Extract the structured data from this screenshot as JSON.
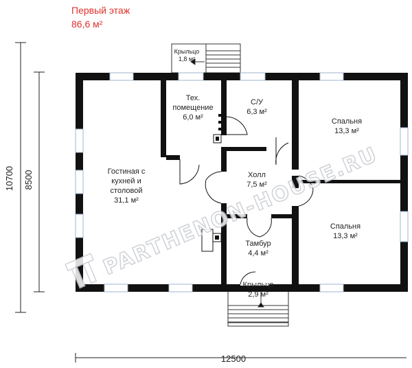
{
  "header": {
    "floor_title": "Первый этаж",
    "floor_area": "86,6 м²"
  },
  "rooms": {
    "porch_top": {
      "name": "Крыльцо",
      "area": "1,8 м²"
    },
    "tech_room": {
      "line1": "Тех.",
      "line2": "помещение",
      "area": "6,0 м²"
    },
    "bathroom": {
      "name": "С/У",
      "area": "6,3 м²"
    },
    "bedroom_1": {
      "name": "Спальня",
      "area": "13,3 м²"
    },
    "living": {
      "line1": "Гостиная с",
      "line2": "кухней и",
      "line3": "столовой",
      "area": "31,1 м²"
    },
    "hall": {
      "name": "Холл",
      "area": "7,5 м²"
    },
    "bedroom_2": {
      "name": "Спальня",
      "area": "13,3 м²"
    },
    "vestibule": {
      "name": "Тамбур",
      "area": "4,4 м²"
    },
    "porch_bottom": {
      "name": "Крыльцо",
      "area": "2,9 м²"
    }
  },
  "dimensions": {
    "total_height": "10700",
    "house_height": "8500",
    "house_width": "12500"
  },
  "watermark": "PARTHENON-HOUSE.RU",
  "colors": {
    "title": "#e0302a",
    "wall": "#111111",
    "window": "#c6d8ec",
    "watermark_stroke": "#c9ccd2"
  }
}
